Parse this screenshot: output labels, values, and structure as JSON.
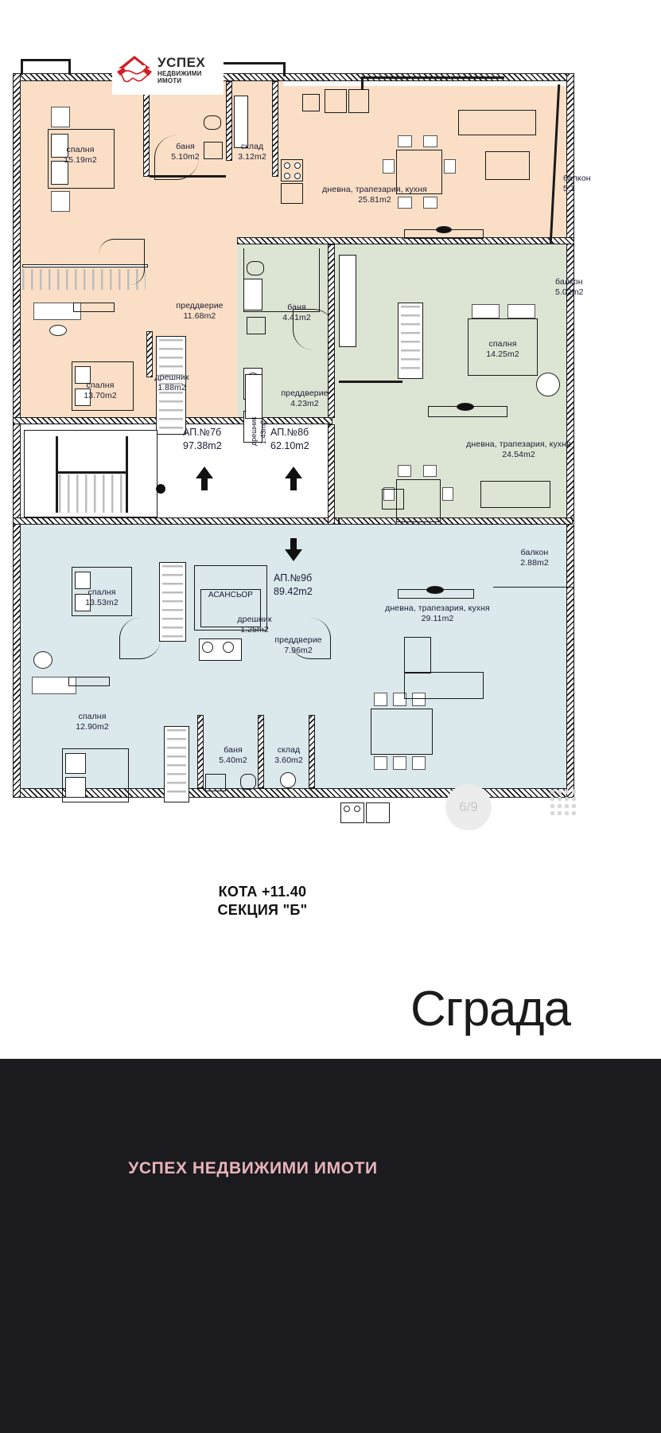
{
  "logo": {
    "icon": "house-handshake-icon",
    "line1": "УСПЕХ",
    "line2": "НЕДВИЖИМИ",
    "line3": "ИМОТИ",
    "brand_color": "#cf2026"
  },
  "plan": {
    "page_number": "6/9",
    "apartments": [
      {
        "id": "ap-7b",
        "label": "АП.№7б",
        "area": "97.38m2",
        "color": "#fadfc6"
      },
      {
        "id": "ap-8b",
        "label": "АП.№8б",
        "area": "62.10m2",
        "color": "#dce5d4"
      },
      {
        "id": "ap-9b",
        "label": "АП.№9б",
        "area": "89.42m2",
        "color": "#dbe8ec"
      }
    ],
    "rooms": [
      {
        "id": "r1",
        "name": "спалня",
        "area": "15.19m2"
      },
      {
        "id": "r2",
        "name": "баня",
        "area": "5.10m2"
      },
      {
        "id": "r3",
        "name": "склад",
        "area": "3.12m2"
      },
      {
        "id": "r4",
        "name": "дневна, трапезария, кухня",
        "area": "25.81m2"
      },
      {
        "id": "r5",
        "name": "преддверие",
        "area": "11.68m2"
      },
      {
        "id": "r6",
        "name": "дрешник",
        "area": "1.88m2"
      },
      {
        "id": "r7",
        "name": "спалня",
        "area": "13.70m2"
      },
      {
        "id": "r8",
        "name": "баня",
        "area": "4.41m2"
      },
      {
        "id": "r9",
        "name": "преддверие",
        "area": "4.23m2"
      },
      {
        "id": "r10",
        "name": "спалня",
        "area": "14.25m2"
      },
      {
        "id": "r11",
        "name": "дневна, трапезария, кухня",
        "area": "24.54m2"
      },
      {
        "id": "r12",
        "name": "балкон",
        "area": "5.02m2"
      },
      {
        "id": "r13",
        "name": "балкон",
        "area": "5.1"
      },
      {
        "id": "r14",
        "name": "дрешник",
        "area": "1.43m2"
      },
      {
        "id": "r15",
        "name": "спалня",
        "area": "13.53m2"
      },
      {
        "id": "r16",
        "name": "дрешник",
        "area": "1.25m2"
      },
      {
        "id": "r17",
        "name": "преддверие",
        "area": "7.96m2"
      },
      {
        "id": "r18",
        "name": "дневна, трапезария, кухня",
        "area": "29.11m2"
      },
      {
        "id": "r19",
        "name": "балкон",
        "area": "2.88m2"
      },
      {
        "id": "r20",
        "name": "спалня",
        "area": "12.90m2"
      },
      {
        "id": "r21",
        "name": "баня",
        "area": "5.40m2"
      },
      {
        "id": "r22",
        "name": "склад",
        "area": "3.60m2"
      }
    ],
    "elevator_label": "АСАНСЬОР"
  },
  "title": {
    "line1": "КОТА +11.40",
    "line2": "СЕКЦИЯ \"Б\"",
    "big_word": "Сграда"
  },
  "footer": {
    "brand": "УСПЕХ НЕДВИЖИМИ ИМОТИ",
    "brand_color": "#e8b4b8",
    "background": "#1b1b1f"
  }
}
